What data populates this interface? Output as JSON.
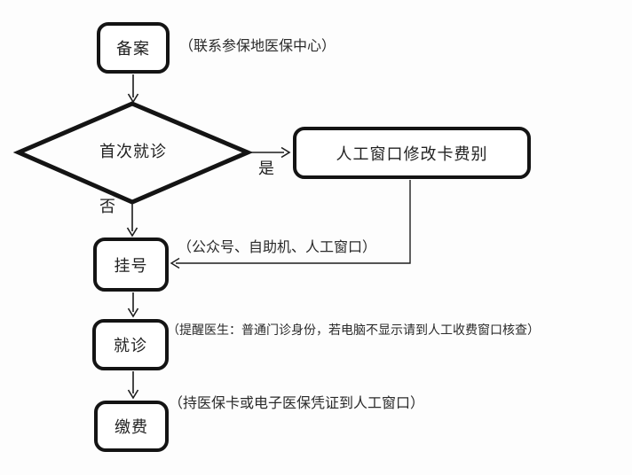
{
  "flowchart": {
    "nodes": [
      {
        "id": "beian",
        "label": "备案"
      },
      {
        "id": "first-visit",
        "label": "首次就诊"
      },
      {
        "id": "modify-card",
        "label": "人工窗口修改卡费别"
      },
      {
        "id": "register",
        "label": "挂号"
      },
      {
        "id": "see-doctor",
        "label": "就诊"
      },
      {
        "id": "pay",
        "label": "缴费"
      }
    ],
    "branch_labels": {
      "yes": "是",
      "no": "否"
    },
    "annotations": [
      {
        "for": "beian",
        "text": "（联系参保地医保中心）"
      },
      {
        "for": "register",
        "text": "（公众号、自助机、人工窗口）"
      },
      {
        "for": "see-doctor",
        "text": "（提醒医生：普通门诊身份，若电脑不显示请到人工收费窗口核查）"
      },
      {
        "for": "pay",
        "text": "（持医保卡或电子医保凭证到人工窗口）"
      }
    ],
    "colors": {
      "ink": "#1c1c1c",
      "background": "#fdfdfd",
      "node_fill": "#ffffff"
    }
  }
}
